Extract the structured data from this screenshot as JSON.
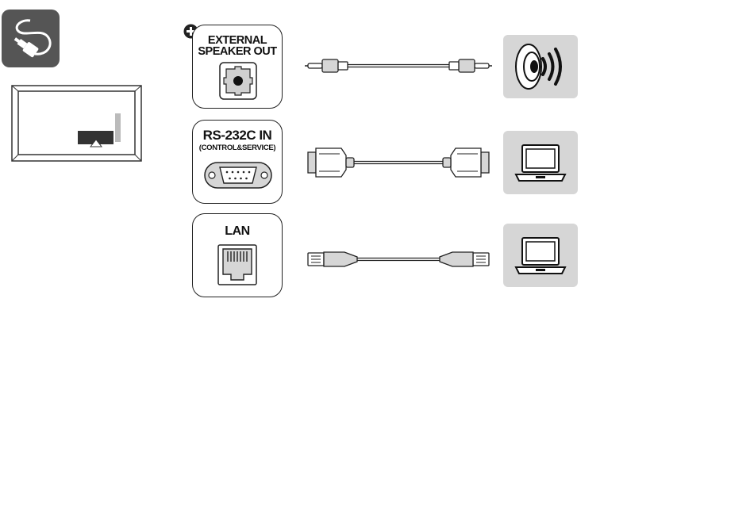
{
  "ports": [
    {
      "id": "external-speaker-out",
      "title_line1": "EXTERNAL",
      "title_line2": "SPEAKER OUT",
      "badge_icon": "plus-circle-icon",
      "connector_icon": "audio-jack-icon",
      "cable_icon": "3.5mm-audio-cable-icon",
      "device_icon": "speaker-icon"
    },
    {
      "id": "rs232c-in",
      "title": "RS-232C IN",
      "subtitle": "(CONTROL&SERVICE)",
      "connector_icon": "d-sub-9-pin-port-icon",
      "cable_icon": "rs232c-serial-cable-icon",
      "device_icon": "laptop-icon"
    },
    {
      "id": "lan",
      "title": "LAN",
      "connector_icon": "rj45-port-icon",
      "cable_icon": "lan-cable-icon",
      "device_icon": "laptop-icon"
    }
  ],
  "left_panel": {
    "cable_badge_icon": "cable-plug-icon",
    "tv_icon": "tv-rear-port-location-icon"
  },
  "colors": {
    "badge_bg": "#555555",
    "device_bg": "#d6d6d6",
    "line": "#222222"
  }
}
